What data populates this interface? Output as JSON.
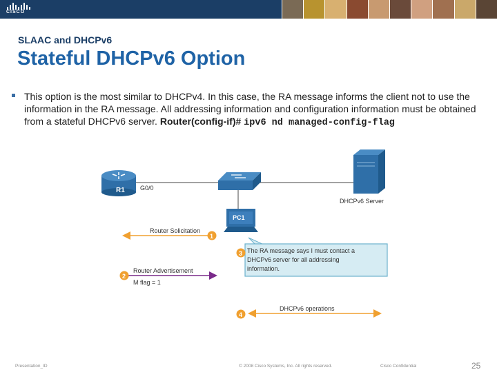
{
  "header": {
    "logo_text": "CISCO",
    "photo_colors": [
      "#7a6a55",
      "#b8932f",
      "#d8b070",
      "#8a4a30",
      "#c89a70",
      "#6a4a3a",
      "#d0a080",
      "#a07050",
      "#caa86a",
      "#5a4535"
    ]
  },
  "slide": {
    "subtitle": "SLAAC and DHCPv6",
    "title": "Stateful DHCPv6 Option",
    "body_text": "This option is the most similar to DHCPv4. In this case, the RA message informs the client not to use the information in the RA message. All addressing information and configuration information must be obtained from a stateful DHCPv6 server.",
    "command_label": "Router(config-if)#",
    "command_code": "ipv6 nd managed-config-flag"
  },
  "diagram": {
    "router_label": "R1",
    "interface_label": "G0/0",
    "server_label": "DHCPv6 Server",
    "pc_label": "PC1",
    "step1_num": "1",
    "step1_label": "Router Solicitation",
    "step2_num": "2",
    "step2_label": "Router Advertisement",
    "step2_sublabel": "M flag = 1",
    "step3_num": "3",
    "step3_text_lines": [
      "The RA message says I must contact a",
      "DHCPv6 server for all addressing",
      "information."
    ],
    "step4_num": "4",
    "step4_label": "DHCPv6 operations",
    "colors": {
      "step_badge": "#f0a030",
      "solicit_arrow": "#f0a030",
      "advert_arrow": "#7a2a8a",
      "ops_arrow": "#f0a030",
      "callout_bg": "#d6ecf3",
      "callout_border": "#6ab0cc",
      "device_blue": "#2f6fa8"
    }
  },
  "footer": {
    "presentation_id": "Presentation_ID",
    "copyright": "© 2008 Cisco Systems, Inc. All rights reserved.",
    "confidential": "Cisco Confidential",
    "page_number": "25"
  }
}
